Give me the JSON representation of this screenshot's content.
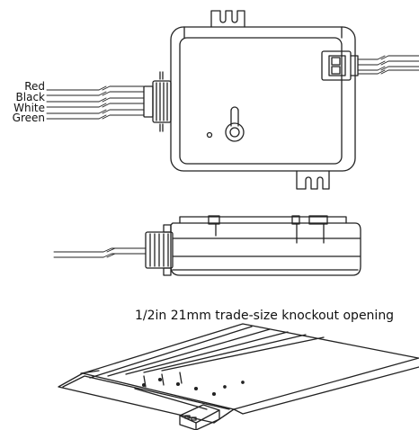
{
  "wire_labels": {
    "red": "Red",
    "black": "Black",
    "white": "White",
    "green": "Green"
  },
  "caption": "1/2in 21mm trade-size knockout opening",
  "colors": {
    "line": "#222222",
    "background": "#ffffff"
  }
}
